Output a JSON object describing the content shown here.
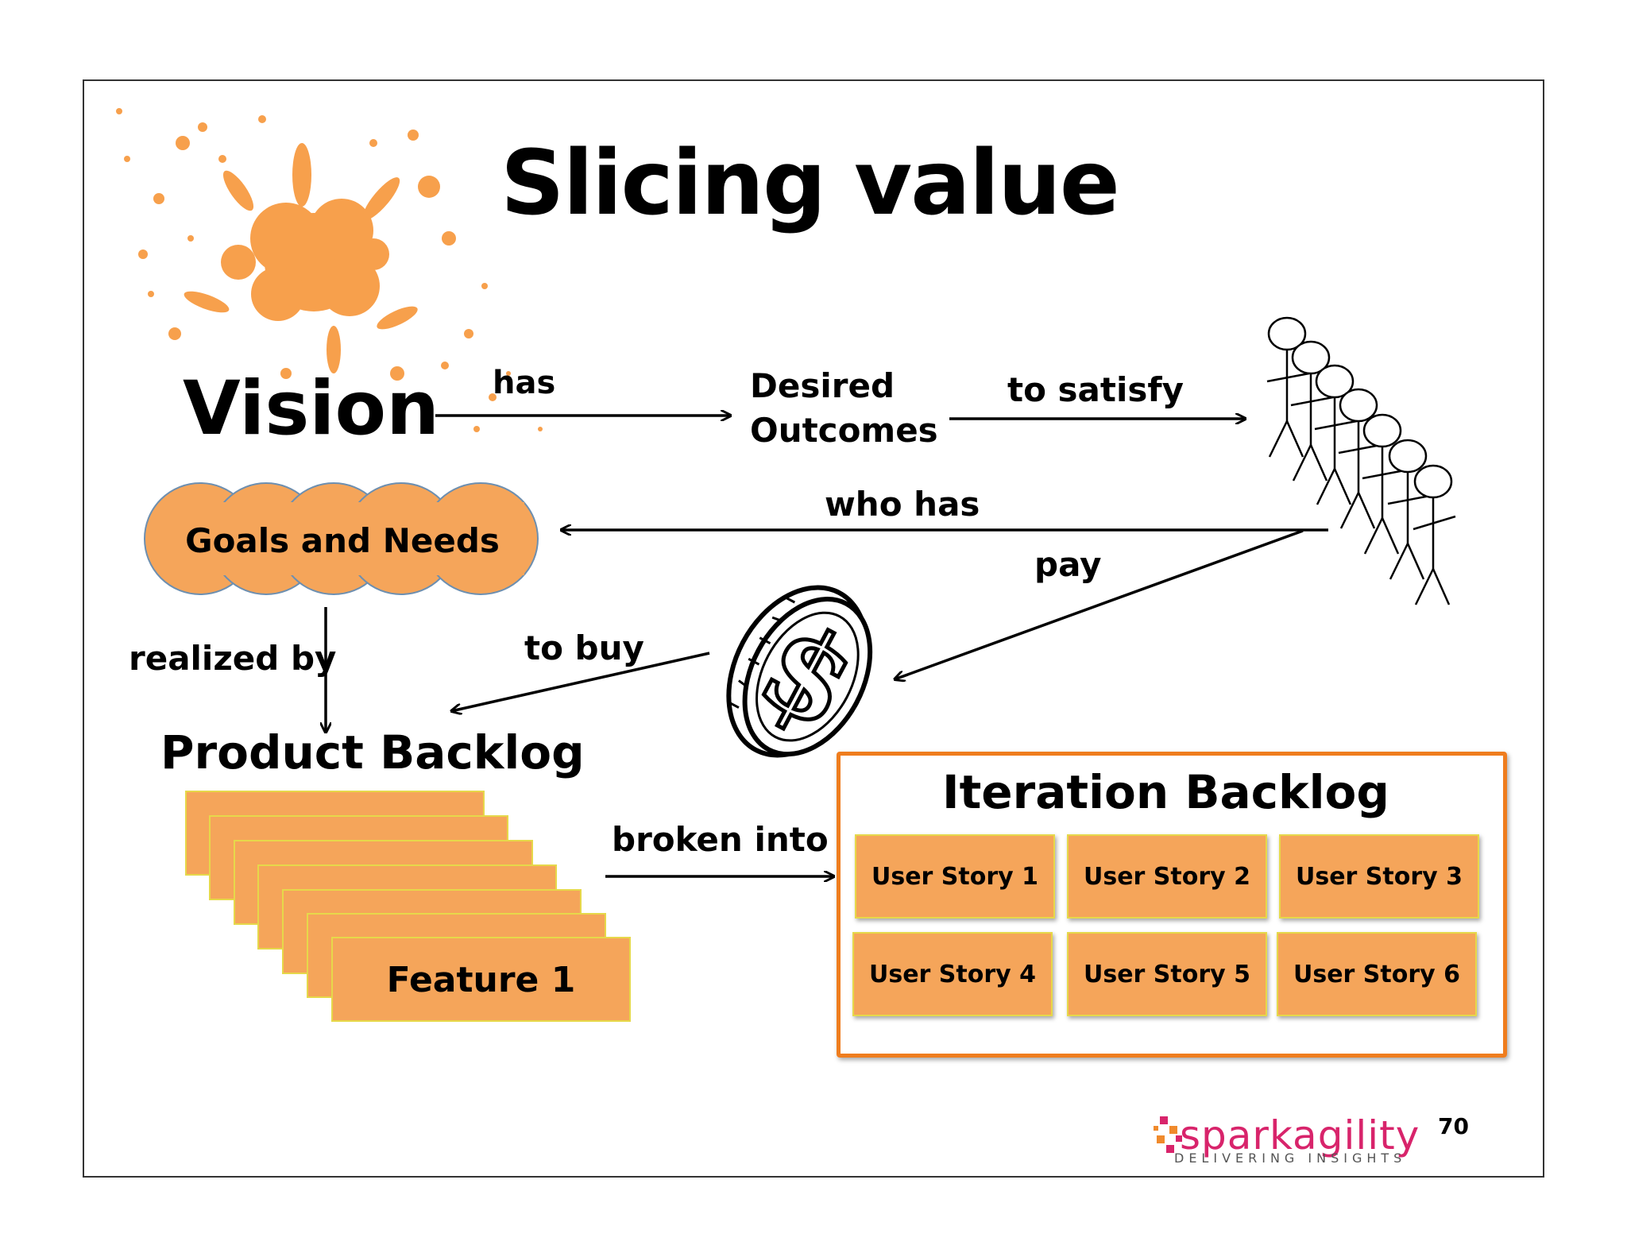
{
  "slide": {
    "title": "Slicing value",
    "page_number": "70"
  },
  "labels": {
    "vision": "Vision",
    "has": "has",
    "desired_outcomes_line1": "Desired",
    "desired_outcomes_line2": "Outcomes",
    "to_satisfy": "to satisfy",
    "who_has": "who has",
    "goals_and_needs": "Goals and Needs",
    "pay": "pay",
    "realized_by": "realized by",
    "to_buy": "to buy",
    "product_backlog": "Product Backlog",
    "broken_into": "broken into",
    "iteration_backlog": "Iteration Backlog",
    "feature": "Feature 1"
  },
  "stories": [
    "User Story 1",
    "User Story 2",
    "User Story 3",
    "User Story 4",
    "User Story 5",
    "User Story 6"
  ],
  "logo": {
    "name": "sparkagility",
    "tagline": "DELIVERING INSIGHTS"
  },
  "colors": {
    "accent_orange": "#f5a55a",
    "splat_orange": "#f7a04c",
    "frame_orange": "#ef7d1e",
    "logo_pink": "#d8246b"
  }
}
